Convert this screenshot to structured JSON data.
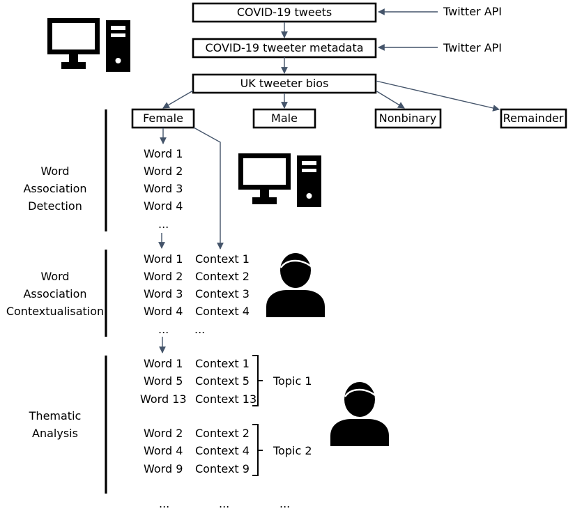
{
  "pipeline": {
    "tweets": "COVID-19 tweets",
    "metadata": "COVID-19 tweeter metadata",
    "bios": "UK tweeter bios",
    "api_label_1": "Twitter API",
    "api_label_2": "Twitter API"
  },
  "categories": [
    "Female",
    "Male",
    "Nonbinary",
    "Remainder"
  ],
  "stages": {
    "detection": [
      "Word",
      "Association",
      "Detection"
    ],
    "contextualisation": [
      "Word",
      "Association",
      "Contextualisation"
    ],
    "thematic": [
      "Thematic",
      "Analysis"
    ]
  },
  "detection_words": [
    "Word 1",
    "Word 2",
    "Word 3",
    "Word 4",
    "..."
  ],
  "context_words": [
    "Word 1",
    "Word 2",
    "Word 3",
    "Word 4",
    "..."
  ],
  "context_labels": [
    "Context 1",
    "Context 2",
    "Context 3",
    "Context 4",
    "..."
  ],
  "topics": [
    {
      "name": "Topic 1",
      "words": [
        "Word 1",
        "Word 5",
        "Word 13"
      ],
      "contexts": [
        "Context 1",
        "Context 5",
        "Context 13"
      ]
    },
    {
      "name": "Topic 2",
      "words": [
        "Word 2",
        "Word 4",
        "Word 9"
      ],
      "contexts": [
        "Context 2",
        "Context 4",
        "Context 9"
      ]
    }
  ],
  "trailing": [
    "...",
    "...",
    "..."
  ],
  "colors": {
    "arrow": "#44546a",
    "ink": "#000000"
  },
  "icons": [
    "computer-icon",
    "computer-icon",
    "person-icon",
    "person-icon"
  ]
}
